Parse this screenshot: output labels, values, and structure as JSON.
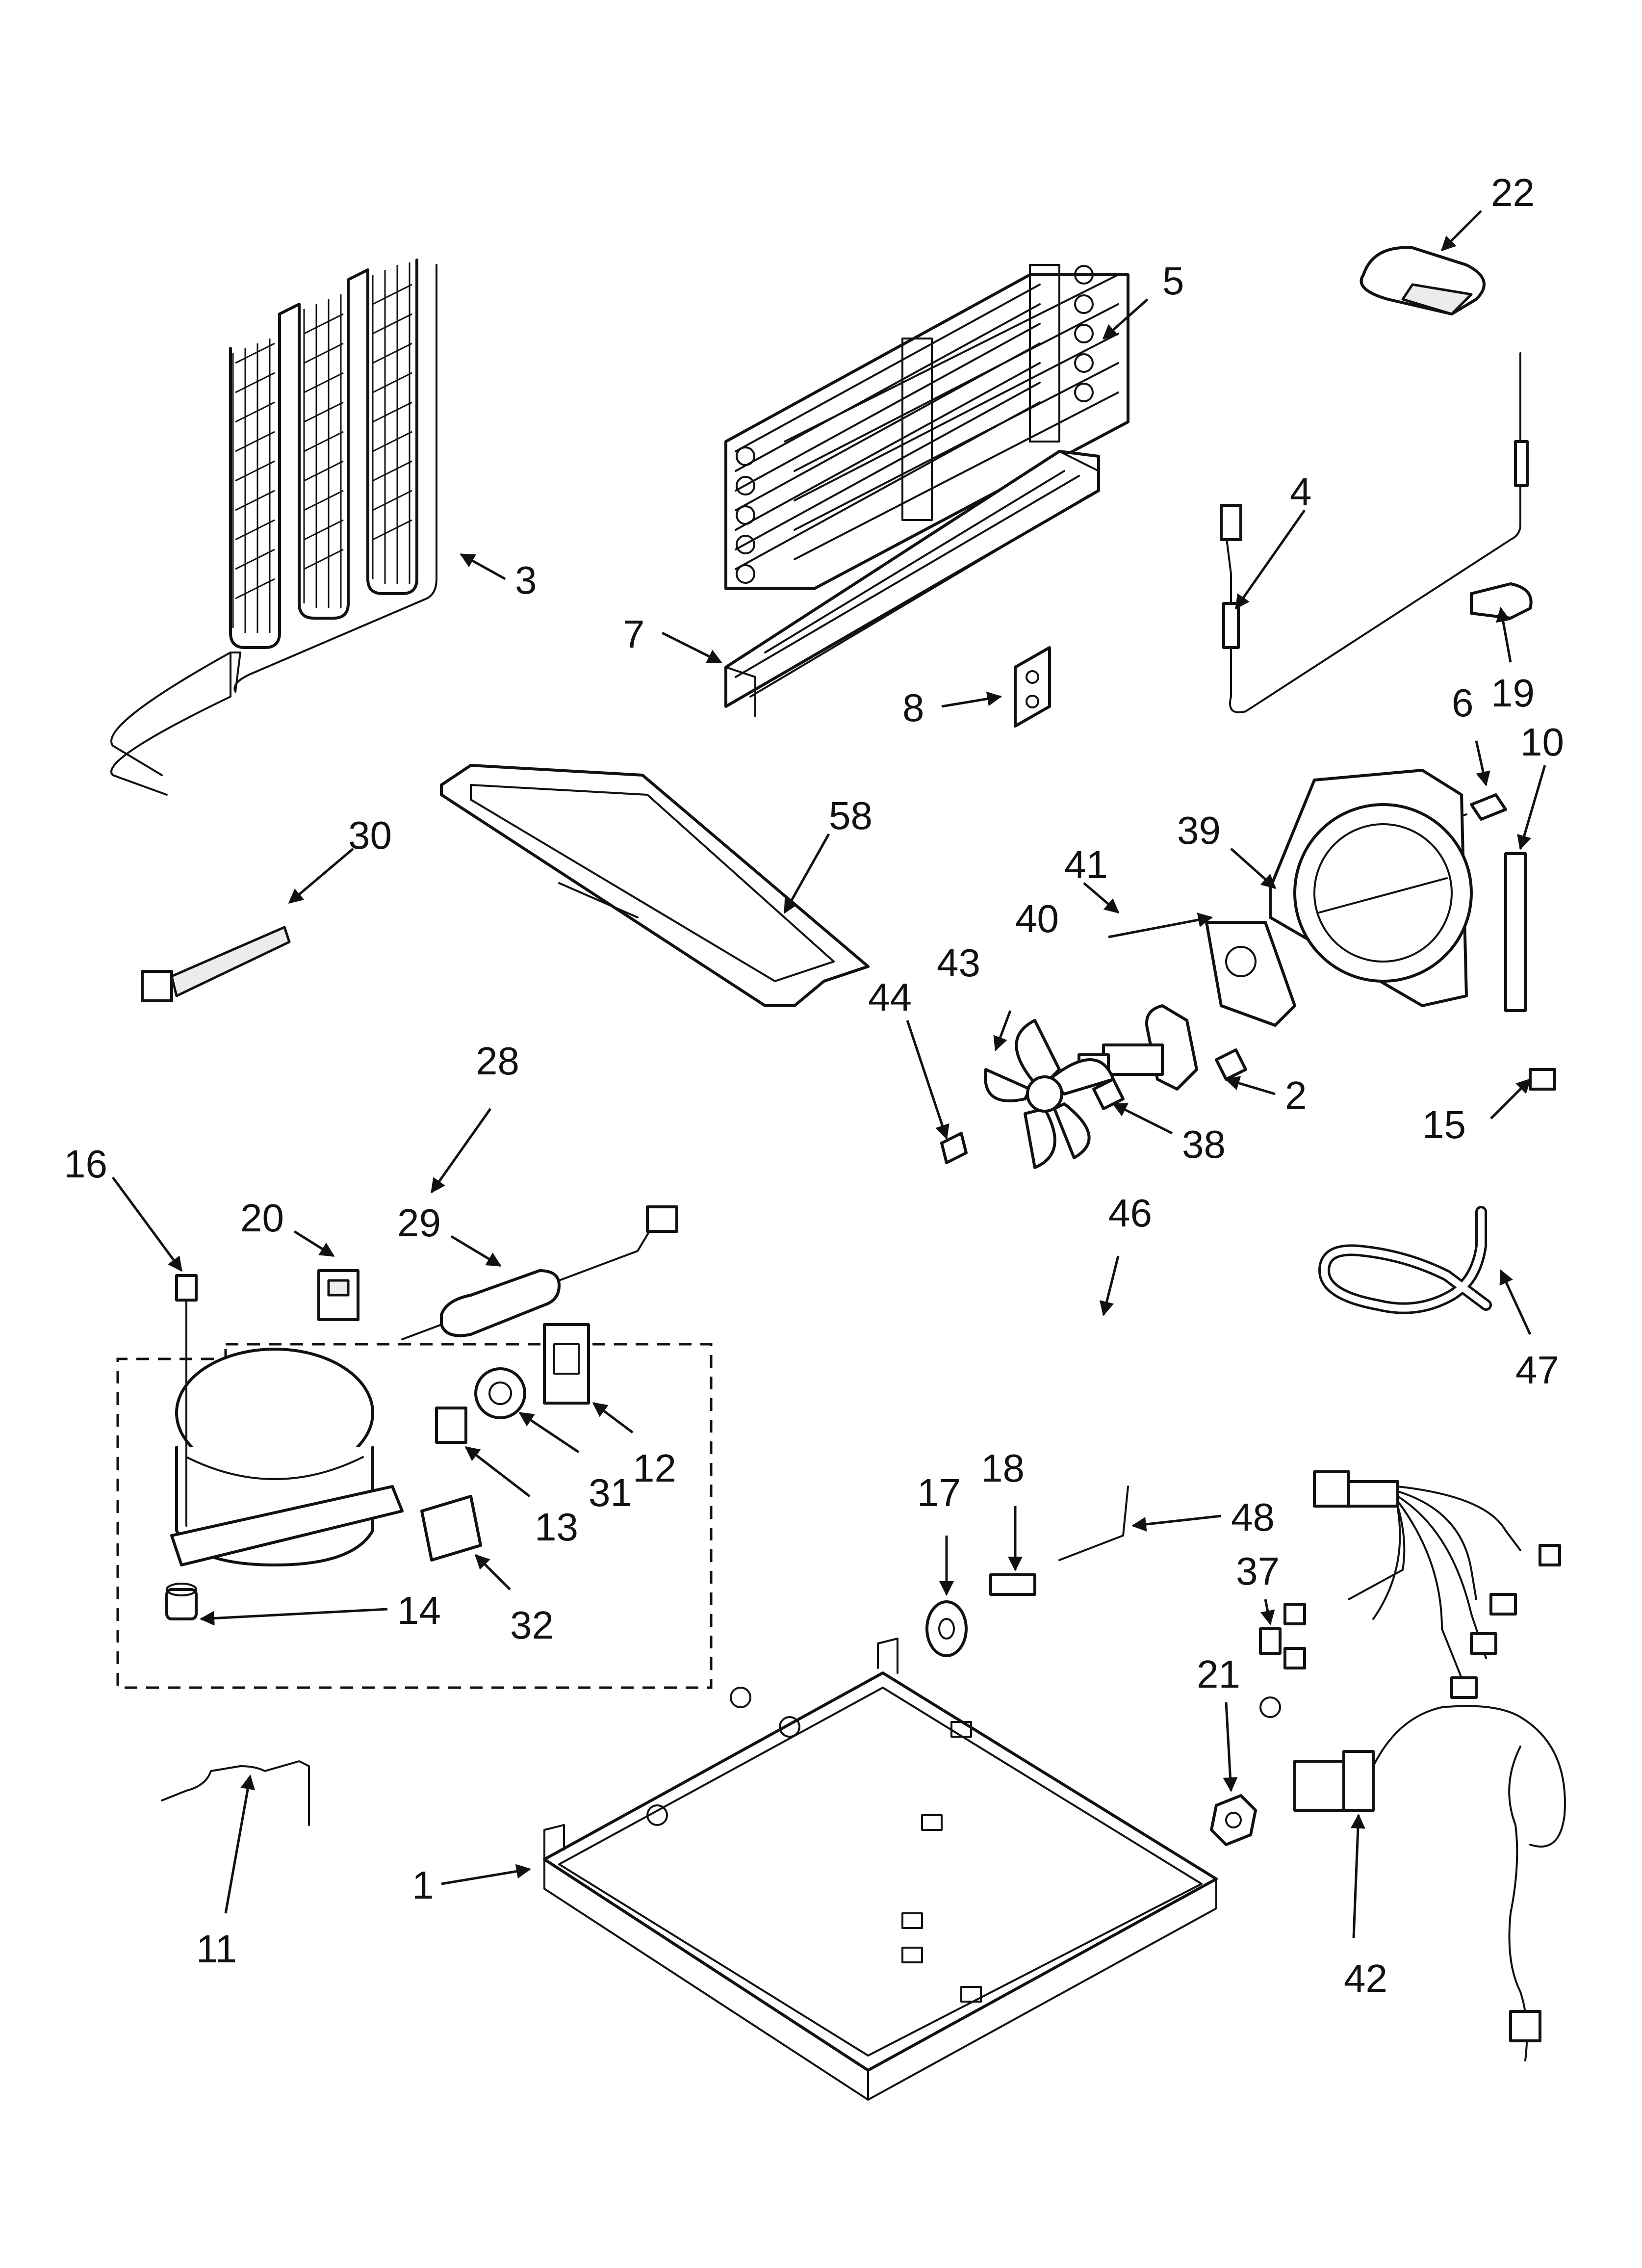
{
  "callouts": {
    "c1": "1",
    "c2": "2",
    "c3": "3",
    "c4": "4",
    "c5": "5",
    "c6": "6",
    "c7": "7",
    "c8": "8",
    "c10": "10",
    "c11": "11",
    "c12": "12",
    "c13": "13",
    "c14": "14",
    "c15": "15",
    "c16": "16",
    "c17": "17",
    "c18": "18",
    "c19": "19",
    "c20": "20",
    "c21": "21",
    "c22": "22",
    "c28": "28",
    "c29": "29",
    "c30": "30",
    "c31": "31",
    "c32": "32",
    "c37": "37",
    "c38": "38",
    "c39": "39",
    "c40": "40",
    "c41": "41",
    "c42": "42",
    "c43": "43",
    "c44": "44",
    "c46": "46",
    "c47": "47",
    "c48": "48",
    "c58": "58"
  }
}
